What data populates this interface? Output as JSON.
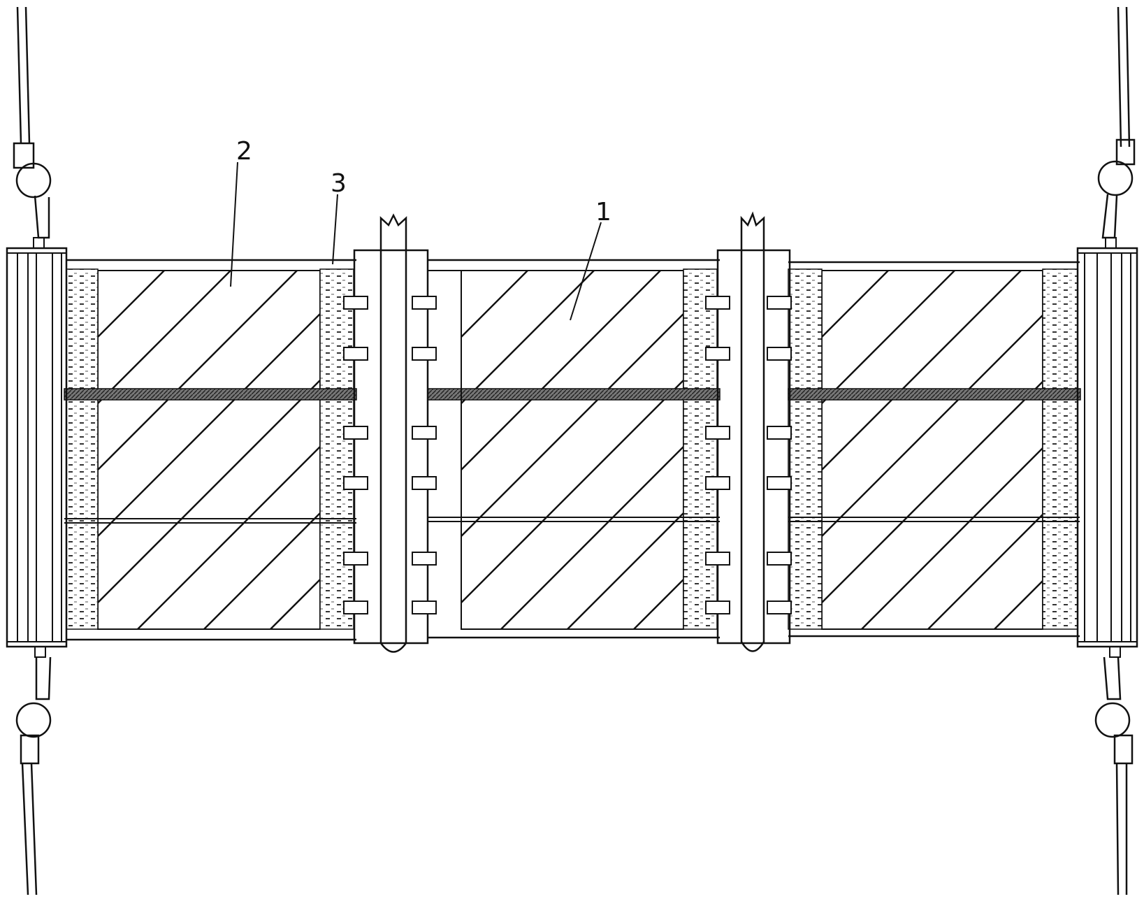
{
  "figure": {
    "labels": [
      {
        "id": "part-1",
        "text": "1"
      },
      {
        "id": "part-2",
        "text": "2"
      },
      {
        "id": "part-3",
        "text": "3"
      }
    ],
    "colors": {
      "line": "#111111",
      "band": "#555555",
      "background": "#ffffff"
    }
  }
}
